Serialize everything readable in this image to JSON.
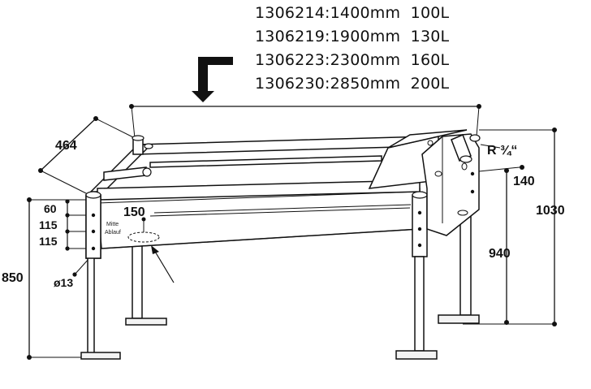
{
  "spec_lines": [
    "1306214:1400mm  100L",
    "1306219:1900mm  130L",
    "1306223:2300mm  160L",
    "1306230:2850mm  200L"
  ],
  "dimensions": {
    "depth": "464",
    "total_height": "1030",
    "height_940": "940",
    "height_850": "850",
    "offset_140": "140",
    "offset_150": "150",
    "gap_60": "60",
    "gap_115_a": "115",
    "gap_115_b": "115",
    "hole_diameter": "ø13",
    "thread": "R ¾“"
  },
  "drain_label": {
    "line1": "Mitte",
    "line2": "Ablauf"
  }
}
